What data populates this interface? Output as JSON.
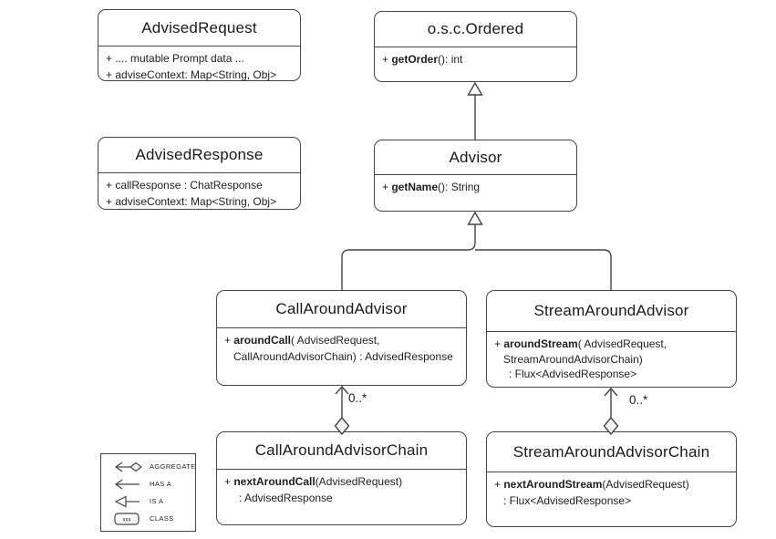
{
  "classes": {
    "advisedRequest": {
      "title": "AdvisedRequest",
      "lines": [
        {
          "pre": "+ .... mutable Prompt data ..."
        },
        {
          "pre": "+ adviseContext: Map<String, Obj>"
        }
      ]
    },
    "ordered": {
      "title": "o.s.c.Ordered",
      "lines": [
        {
          "pre": "+ ",
          "bold": "getOrder",
          "rest": "(): int"
        }
      ]
    },
    "advisedResponse": {
      "title": "AdvisedResponse",
      "lines": [
        {
          "pre": "+ callResponse : ChatResponse"
        },
        {
          "pre": "+ adviseContext: Map<String, Obj>"
        }
      ]
    },
    "advisor": {
      "title": "Advisor",
      "lines": [
        {
          "pre": "+ ",
          "bold": "getName",
          "rest": "(): String"
        }
      ]
    },
    "callAroundAdvisor": {
      "title": "CallAroundAdvisor",
      "lines": [
        {
          "pre": "+ ",
          "bold": "aroundCall",
          "rest": "( AdvisedRequest,"
        },
        {
          "pre": "CallAroundAdvisorChain) : AdvisedResponse"
        }
      ]
    },
    "streamAroundAdvisor": {
      "title": "StreamAroundAdvisor",
      "lines": [
        {
          "pre": "+ ",
          "bold": "aroundStream",
          "rest": "( AdvisedRequest,"
        },
        {
          "pre": "StreamAroundAdvisorChain)"
        },
        {
          "pre": ": Flux<AdvisedResponse>"
        }
      ]
    },
    "callAroundAdvisorChain": {
      "title": "CallAroundAdvisorChain",
      "lines": [
        {
          "pre": "+ ",
          "bold": "nextAroundCall",
          "rest": "(AdvisedRequest)"
        },
        {
          "pre": ": AdvisedResponse"
        }
      ]
    },
    "streamAroundAdvisorChain": {
      "title": "StreamAroundAdvisorChain",
      "lines": [
        {
          "pre": "+ ",
          "bold": "nextAroundStream",
          "rest": "(AdvisedRequest)"
        },
        {
          "pre": ": Flux<AdvisedResponse>"
        }
      ]
    }
  },
  "connectors": {
    "call_multiplicity": "0..*",
    "stream_multiplicity": "0..*"
  },
  "legend": {
    "items": [
      {
        "label": "AGGREGATE"
      },
      {
        "label": "HAS A"
      },
      {
        "label": "IS A"
      },
      {
        "label": "CLASS"
      }
    ],
    "class_sample": "xxx"
  },
  "colors": {
    "line": "#454545",
    "text": "#1e1e1e",
    "background": "#ffffff"
  }
}
